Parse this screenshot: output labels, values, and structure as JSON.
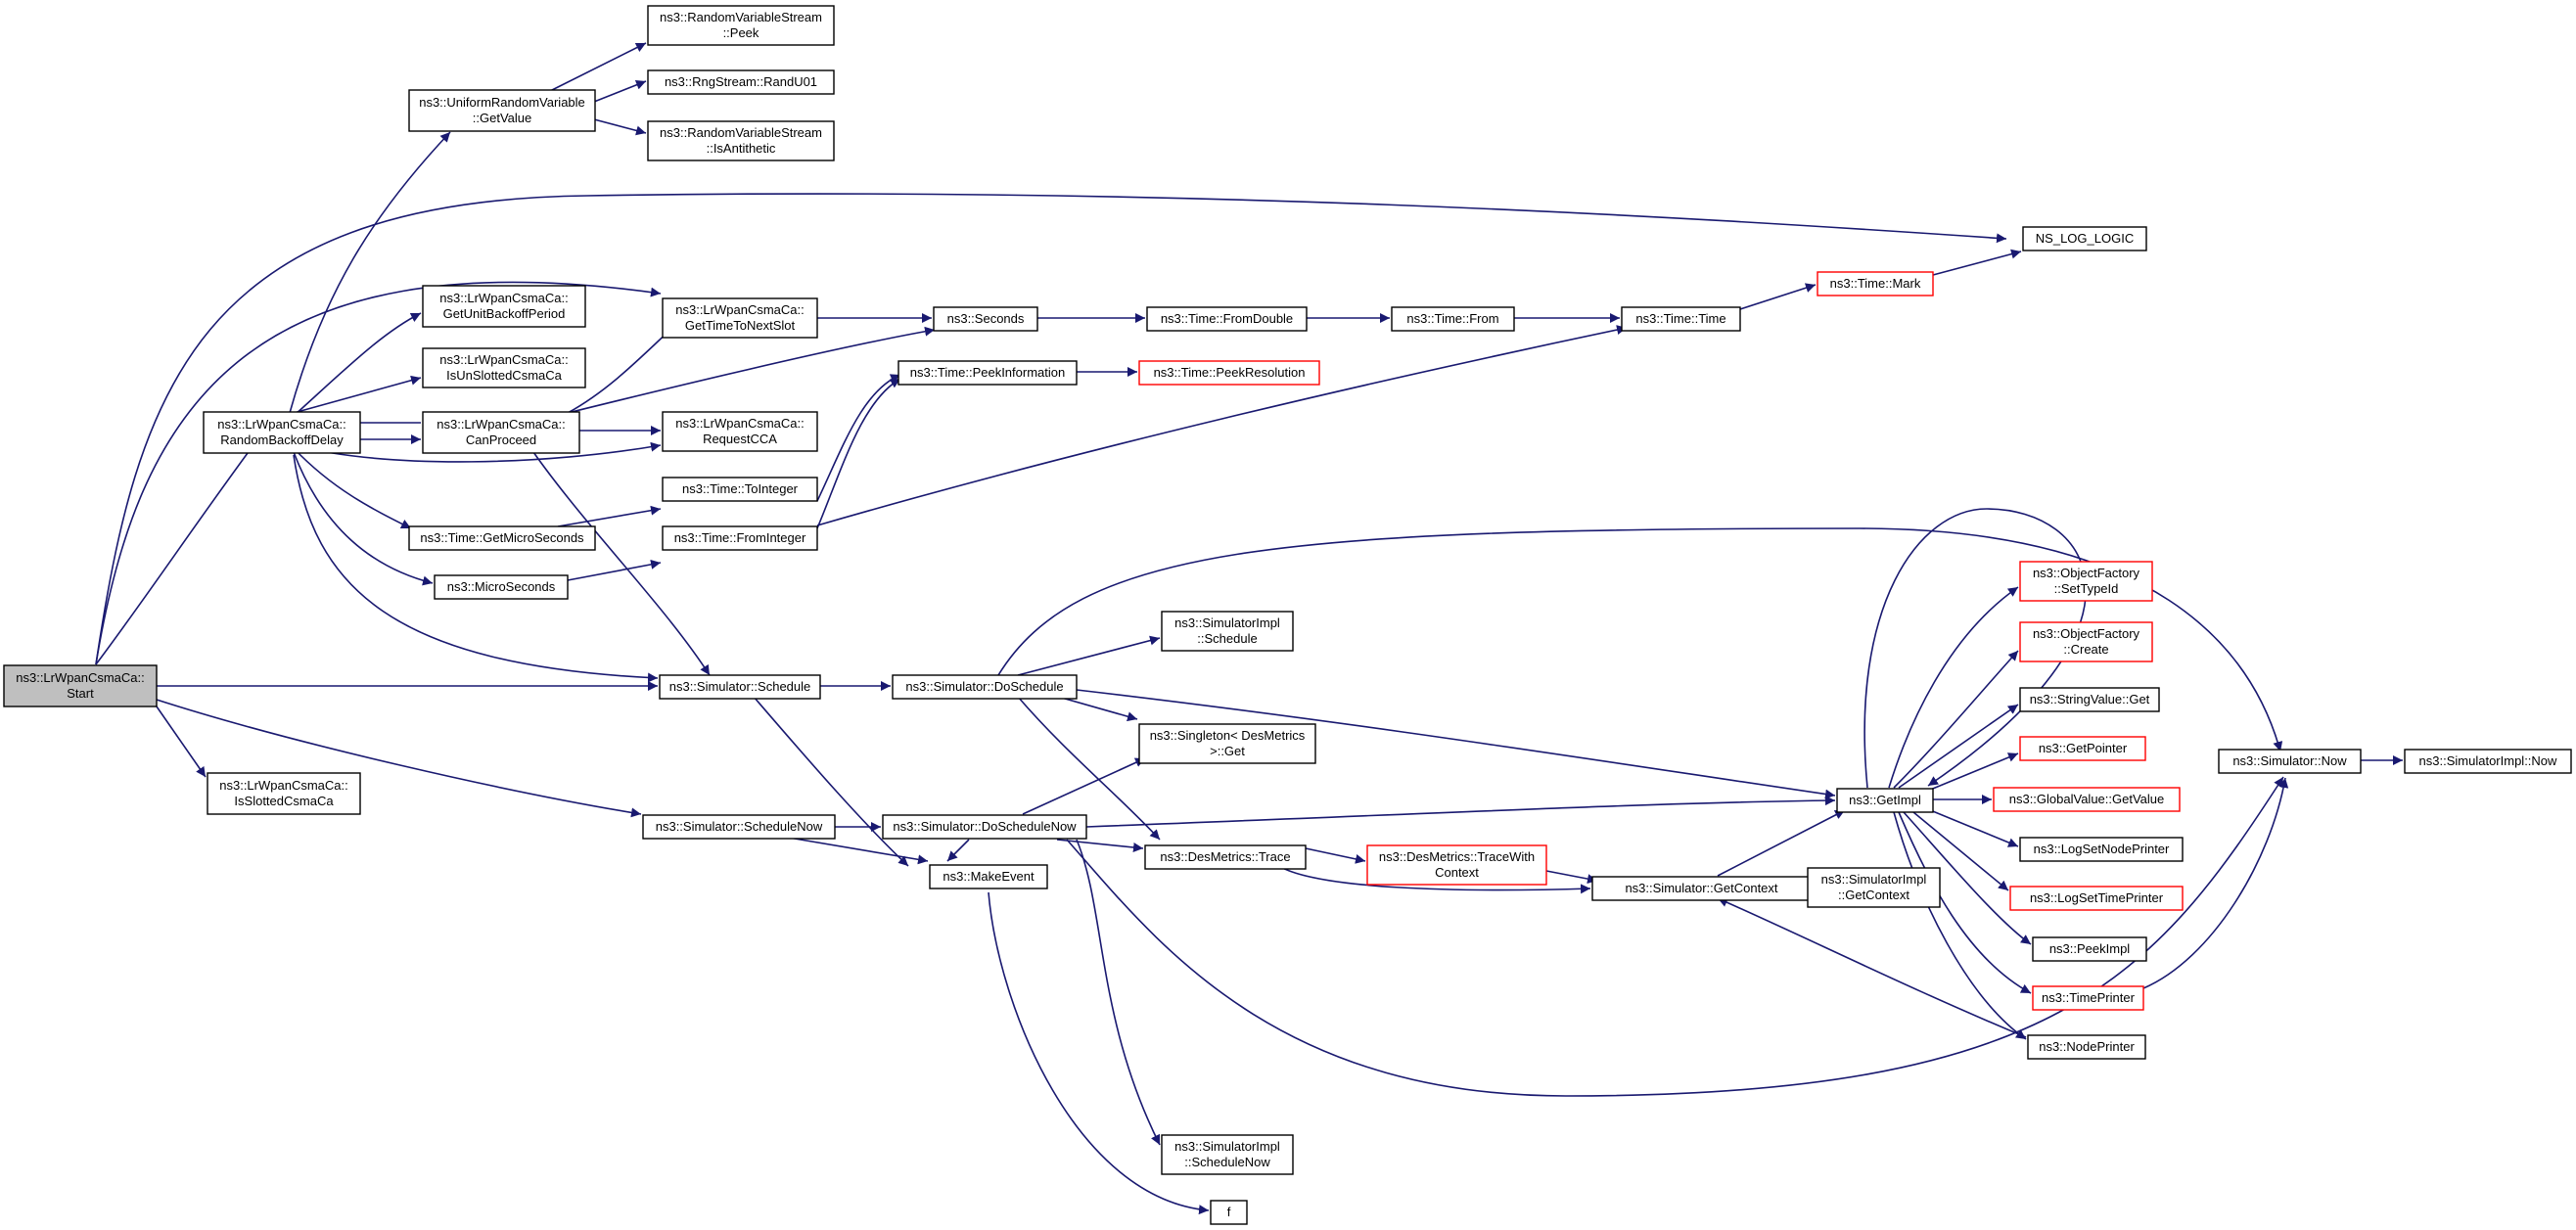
{
  "colors": {
    "edge": "#191970",
    "node_border": "#000000",
    "node_border_link": "#ff0000",
    "root_fill": "#bfbfbf",
    "node_fill": "#ffffff"
  },
  "nodes": {
    "start": [
      "ns3::LrWpanCsmaCa::",
      "Start"
    ],
    "is_slotted": [
      "ns3::LrWpanCsmaCa::",
      "IsSlottedCsmaCa"
    ],
    "random_backoff": [
      "ns3::LrWpanCsmaCa::",
      "RandomBackoffDelay"
    ],
    "uniform_getvalue": [
      "ns3::UniformRandomVariable",
      "::GetValue"
    ],
    "rvs_peek": [
      "ns3::RandomVariableStream",
      "::Peek"
    ],
    "rng_randu01": [
      "ns3::RngStream::RandU01"
    ],
    "rvs_isantithetic": [
      "ns3::RandomVariableStream",
      "::IsAntithetic"
    ],
    "get_unit_backoff": [
      "ns3::LrWpanCsmaCa::",
      "GetUnitBackoffPeriod"
    ],
    "is_unslotted": [
      "ns3::LrWpanCsmaCa::",
      "IsUnSlottedCsmaCa"
    ],
    "can_proceed": [
      "ns3::LrWpanCsmaCa::",
      "CanProceed"
    ],
    "get_microseconds": [
      "ns3::Time::GetMicroSeconds"
    ],
    "microseconds": [
      "ns3::MicroSeconds"
    ],
    "get_time_to_next_slot": [
      "ns3::LrWpanCsmaCa::",
      "GetTimeToNextSlot"
    ],
    "request_cca": [
      "ns3::LrWpanCsmaCa::",
      "RequestCCA"
    ],
    "time_tointeger": [
      "ns3::Time::ToInteger"
    ],
    "time_frominteger": [
      "ns3::Time::FromInteger"
    ],
    "sim_schedule": [
      "ns3::Simulator::Schedule"
    ],
    "sim_schedulenow": [
      "ns3::Simulator::ScheduleNow"
    ],
    "seconds": [
      "ns3::Seconds"
    ],
    "peek_information": [
      "ns3::Time::PeekInformation"
    ],
    "peek_resolution": [
      "ns3::Time::PeekResolution"
    ],
    "from_double": [
      "ns3::Time::FromDouble"
    ],
    "time_from": [
      "ns3::Time::From"
    ],
    "time_time": [
      "ns3::Time::Time"
    ],
    "time_mark": [
      "ns3::Time::Mark"
    ],
    "ns_log_logic": [
      "NS_LOG_LOGIC"
    ],
    "do_schedule": [
      "ns3::Simulator::DoSchedule"
    ],
    "do_schedule_now": [
      "ns3::Simulator::DoScheduleNow"
    ],
    "make_event": [
      "ns3::MakeEvent"
    ],
    "simimpl_schedule": [
      "ns3::SimulatorImpl",
      "::Schedule"
    ],
    "singleton_get": [
      "ns3::Singleton< DesMetrics",
      ">::Get"
    ],
    "desmetrics_trace": [
      "ns3::DesMetrics::Trace"
    ],
    "simimpl_schedulenow": [
      "ns3::SimulatorImpl",
      "::ScheduleNow"
    ],
    "f": [
      "f"
    ],
    "trace_with_context": [
      "ns3::DesMetrics::TraceWith",
      "Context"
    ],
    "sim_getcontext": [
      "ns3::Simulator::GetContext"
    ],
    "simimpl_getcontext": [
      "ns3::SimulatorImpl",
      "::GetContext"
    ],
    "get_impl": [
      "ns3::GetImpl"
    ],
    "of_settypeid": [
      "ns3::ObjectFactory",
      "::SetTypeId"
    ],
    "of_create": [
      "ns3::ObjectFactory",
      "::Create"
    ],
    "stringvalue_get": [
      "ns3::StringValue::Get"
    ],
    "get_pointer": [
      "ns3::GetPointer"
    ],
    "globalvalue_getvalue": [
      "ns3::GlobalValue::GetValue"
    ],
    "logset_nodeprinter": [
      "ns3::LogSetNodePrinter"
    ],
    "logset_timeprinter": [
      "ns3::LogSetTimePrinter"
    ],
    "peek_impl": [
      "ns3::PeekImpl"
    ],
    "time_printer": [
      "ns3::TimePrinter"
    ],
    "node_printer": [
      "ns3::NodePrinter"
    ],
    "sim_now": [
      "ns3::Simulator::Now"
    ],
    "simimpl_now": [
      "ns3::SimulatorImpl::Now"
    ]
  }
}
